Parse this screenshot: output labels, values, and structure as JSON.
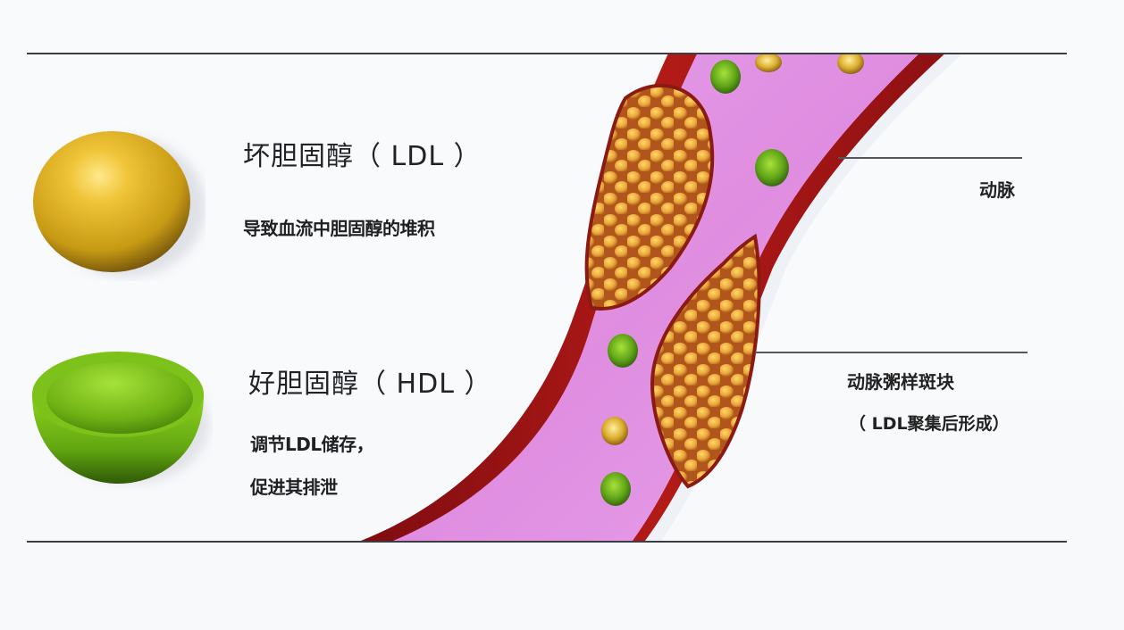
{
  "diagram": {
    "topic": "cholesterol-and-artery",
    "ldl": {
      "title": "坏胆固醇（ LDL ）",
      "description": "导致血流中胆固醇的堆积",
      "icon": "yellow-sphere",
      "color": "#d4a514"
    },
    "hdl": {
      "title": "好胆固醇（ HDL ）",
      "description_line1": "调节LDL储存，",
      "description_line2": "促进其排泄",
      "icon": "green-half-shell",
      "color": "#7cc21a"
    },
    "artery": {
      "label": "动脉",
      "plaque_label": "动脉粥样斑块",
      "plaque_note": "（ LDL聚集后形成）",
      "wall_color": "#a31616",
      "lumen_color": "#e496e6",
      "plaque_color": "#e8a636"
    }
  }
}
